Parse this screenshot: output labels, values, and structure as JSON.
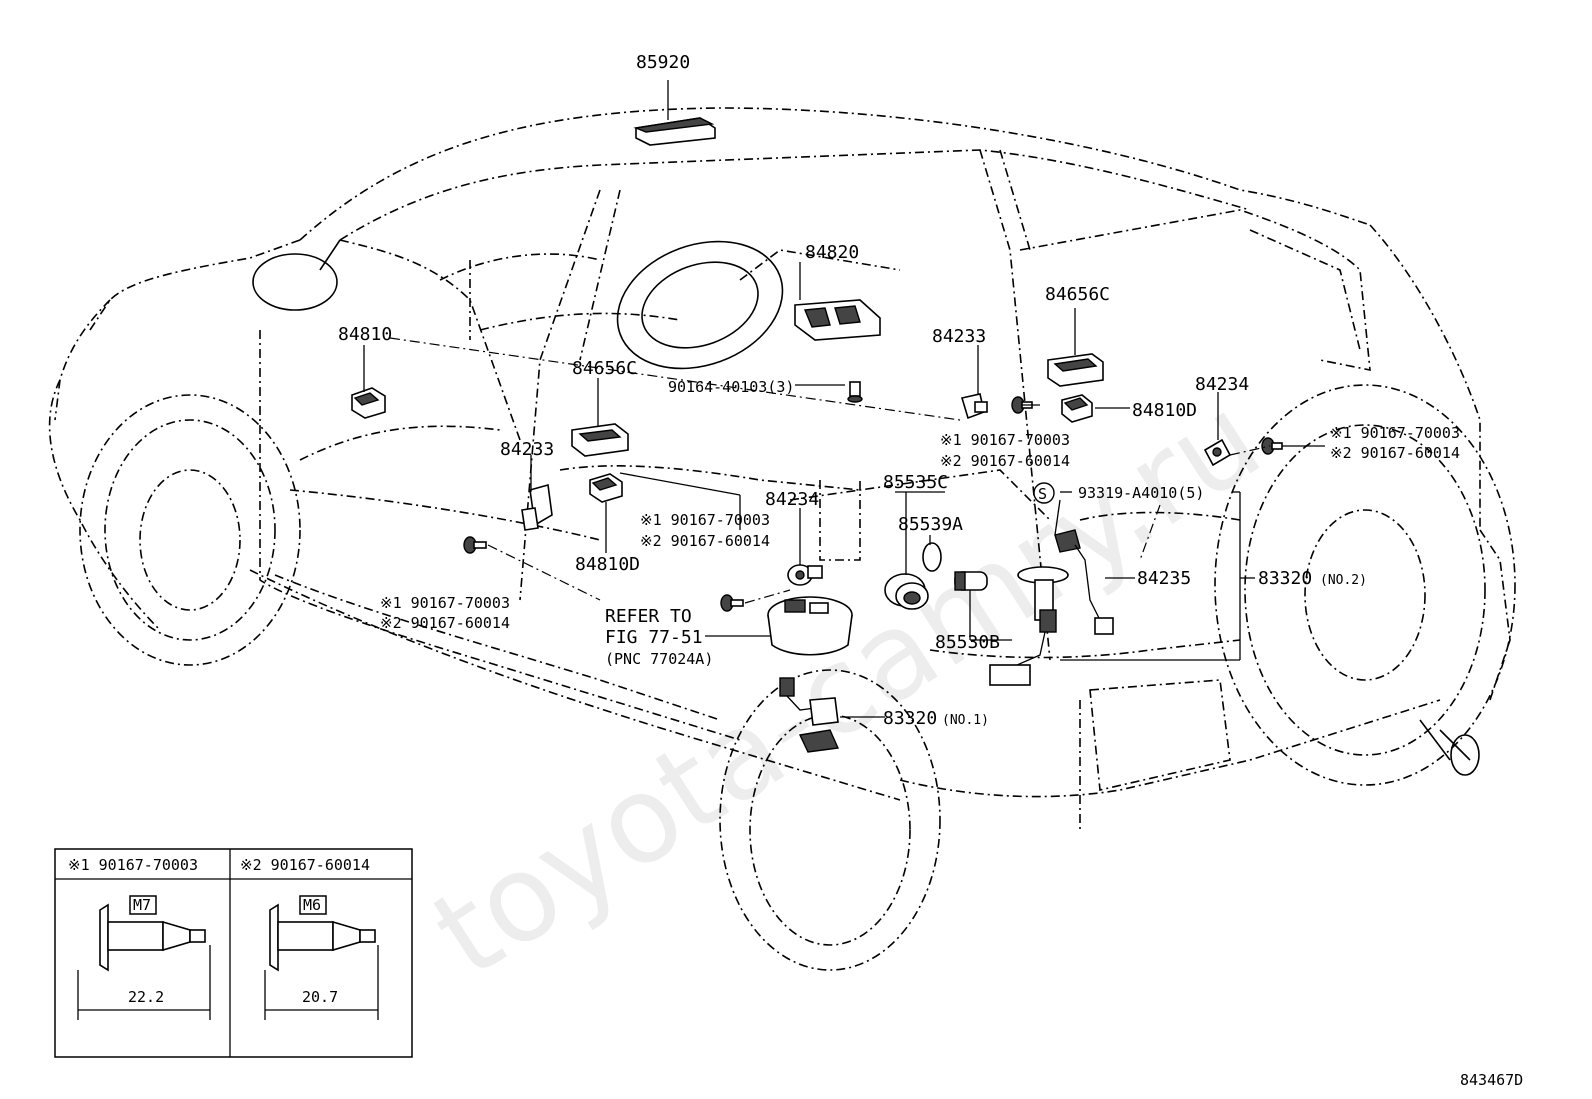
{
  "diagram_code": "843467D",
  "watermark": "toyota-camry.ru",
  "callouts": {
    "p85920": "85920",
    "p84820": "84820",
    "p84810": "84810",
    "p84656c_front": "84656C",
    "p84656c_rear": "84656C",
    "p90164": "90164-40103(3)",
    "p84233_right": "84233",
    "p84233_left": "84233",
    "p84810d_right": "84810D",
    "p84810d_left": "84810D",
    "p84234_right": "84234",
    "p84234_center": "84234",
    "p85535c": "85535C",
    "p85539a": "85539A",
    "p85530b": "85530B",
    "p93319": "93319-A4010(5)",
    "s_mark": "S",
    "p84235": "84235",
    "p83320_no2": "83320",
    "p83320_no2_suffix": "(NO.2)",
    "p83320_no1": "83320",
    "p83320_no1_suffix": "(NO.1)",
    "refer_line1": "REFER TO",
    "refer_line2": "FIG 77-51",
    "refer_line3": "(PNC 77024A)"
  },
  "bolt_pairs": {
    "right_a1": "※1 90167-70003",
    "right_a2": "※2 90167-60014",
    "far_right_1": "※1 90167-70003",
    "far_right_2": "※2 90167-60014",
    "center_1": "※1 90167-70003",
    "center_2": "※2 90167-60014",
    "left_1": "※1 90167-70003",
    "left_2": "※2 90167-60014"
  },
  "legend": {
    "col1_header": "※1 90167-70003",
    "col2_header": "※2 90167-60014",
    "col1_thread": "M7",
    "col2_thread": "M6",
    "col1_length": "22.2",
    "col2_length": "20.7"
  }
}
